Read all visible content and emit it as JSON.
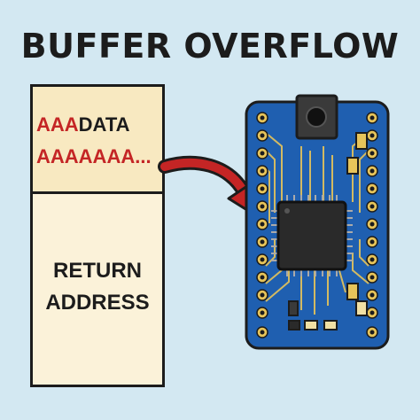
{
  "title": "BUFFER OVERFLOW",
  "stack": {
    "buffer_line1_prefix": "AAA",
    "buffer_line1_suffix": "DATA",
    "buffer_line2": "AAAAAAA...",
    "return_line1": "RETURN",
    "return_line2": "ADDRESS"
  },
  "colors": {
    "background": "#d3e8f2",
    "overflow_red": "#c42525",
    "board_blue": "#1f5fb0",
    "trace_gold": "#e7c45a",
    "chip_dark": "#2a2a2a"
  },
  "icons": {
    "arrow": "curved-arrow-icon",
    "board": "microcontroller-board-icon"
  }
}
